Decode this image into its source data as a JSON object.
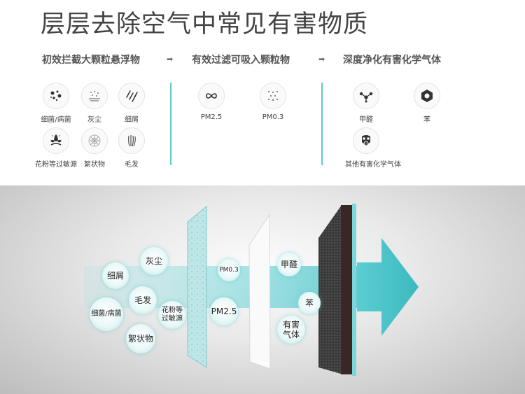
{
  "title": "层层去除空气中常见有害物质",
  "stages": [
    {
      "title": "初效拦截大颗粒悬浮物"
    },
    {
      "title": "有效过滤可吸入颗粒物"
    },
    {
      "title": "深度净化有害化学气体"
    }
  ],
  "arrow_glyph": "➡",
  "stage1_items": [
    "细菌/病菌",
    "灰尘",
    "细屑",
    "花粉等过敏源",
    "絮状物",
    "毛发"
  ],
  "stage2_items": [
    "PM2.5",
    "PM0.3"
  ],
  "stage3_items": [
    "甲醛",
    "苯",
    "其他有害化学气体"
  ],
  "accent_color": "#5ec7c9",
  "icons": {
    "bacteria": "bacteria-icon",
    "dust": "dust-icon",
    "debris": "debris-icon",
    "pollen": "pollen-icon",
    "floc": "floc-icon",
    "hair": "hair-icon",
    "pm25": "infinity-icon",
    "pm03": "dots-icon",
    "formaldehyde": "molecule-icon",
    "benzene": "hexagon-icon",
    "gas": "gas-mask-icon"
  },
  "scene": {
    "particles": [
      "细屑",
      "灰尘",
      "毛发",
      "细菌/病菌",
      "花粉等过敏源",
      "絮状物"
    ],
    "pm": [
      "PM0.3",
      "PM2.5"
    ],
    "gases": [
      "甲醛",
      "苯",
      "有害气体"
    ]
  }
}
